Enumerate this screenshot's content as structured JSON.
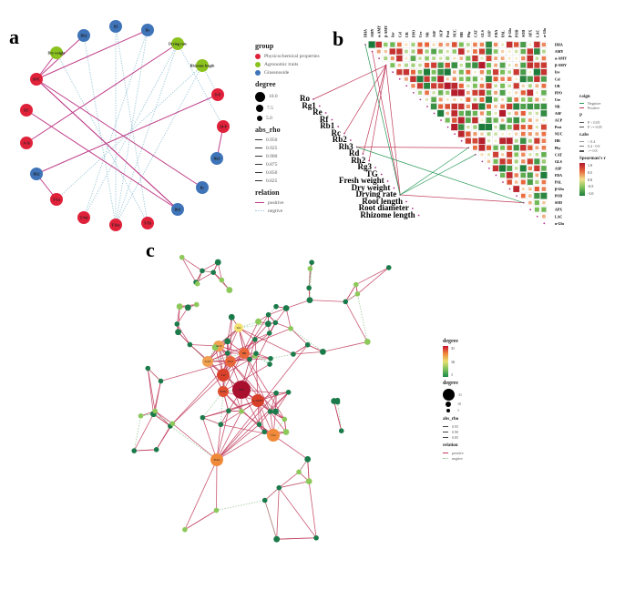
{
  "panels": {
    "a": "a",
    "b": "b",
    "c": "c"
  },
  "panel_a": {
    "nodes": [
      {
        "label": "Rb2",
        "group": "g"
      },
      {
        "label": "Rf",
        "group": "g"
      },
      {
        "label": "Re",
        "group": "g"
      },
      {
        "label": "Drying rate",
        "group": "a"
      },
      {
        "label": "Rhizome length",
        "group": "a"
      },
      {
        "label": "O-P",
        "group": "p"
      },
      {
        "label": "Al-P",
        "group": "p"
      },
      {
        "label": "Rh3",
        "group": "g"
      },
      {
        "label": "Rc",
        "group": "g"
      },
      {
        "label": "Rb1",
        "group": "g"
      },
      {
        "label": "T-Tb",
        "group": "p"
      },
      {
        "label": "T-Sm",
        "group": "p"
      },
      {
        "label": "T-Nd",
        "group": "p"
      },
      {
        "label": "T-La",
        "group": "p"
      },
      {
        "label": "Rh2",
        "group": "g"
      },
      {
        "label": "A-Si",
        "group": "p"
      },
      {
        "label": "EC",
        "group": "p"
      },
      {
        "label": "SOC",
        "group": "p"
      },
      {
        "label": "Dry weight",
        "group": "a"
      }
    ],
    "legend": {
      "group_title": "group",
      "groups": [
        "Physicochemical properties",
        "Agronomic traits",
        "Ginsenoside"
      ],
      "group_colors": [
        "#e0213a",
        "#8cc21f",
        "#3f74b8"
      ],
      "degree_title": "degree",
      "degree_values": [
        "10.0",
        "7.5",
        "5.0"
      ],
      "abs_rho_title": "abs_rho",
      "abs_rho_values": [
        "0.950",
        "0.925",
        "0.900",
        "0.875",
        "0.850",
        "0.825"
      ],
      "relation_title": "relation",
      "relations": [
        "positive",
        "negtive"
      ]
    }
  },
  "panel_b": {
    "columns": [
      "DHA",
      "AMY",
      "α-AMY",
      "β-AMY",
      "Inv",
      "Cel",
      "UR",
      "PPO",
      "Ure",
      "NR",
      "ASF",
      "ACP",
      "Prot",
      "NUC",
      "HR",
      "Phy",
      "CAT",
      "GLS",
      "ASP",
      "FDA",
      "PAL",
      "β-Glu",
      "POD",
      "SOD",
      "APX",
      "LAC",
      "α-Glu"
    ],
    "left_labels": [
      "Ro",
      "Rg1",
      "Re",
      "Rf",
      "Rb1",
      "Rc",
      "Rb2",
      "Rh3",
      "Rd",
      "Rh2",
      "Rg3",
      "TG",
      "Fresh weight",
      "Dry weight",
      "Drying rate",
      "Root length",
      "Root diameter",
      "Rhizome length"
    ],
    "legend": {
      "rsign_title": "r.sign",
      "rsign": [
        "Negative",
        "Positive"
      ],
      "p_title": "P",
      "p": [
        "P < 0.05",
        "P >= 0.05"
      ],
      "rabs_title": "r.abs",
      "rabs": [
        "< 0.4",
        "0.4 - 0.8",
        ">= 0.8"
      ],
      "spearman_title": "Spearman's r",
      "spearman_ticks": [
        "1.0",
        "0.5",
        "0.0",
        "-0.5",
        "-1.0"
      ]
    }
  },
  "panel_c": {
    "hub_labels": [
      "PPO",
      "Cel",
      "α-AMY",
      "Prot",
      "HR",
      "ACP",
      "CAT",
      "Inv",
      "Ure",
      "FDA",
      "POD"
    ],
    "legend": {
      "degree_color_title": "degree",
      "degree_color_ticks": [
        "31",
        "16",
        "1"
      ],
      "degree_size_title": "degree",
      "degree_size_values": [
        "31",
        "10",
        "1"
      ],
      "abs_rho_title": "abs_rho",
      "abs_rho_values": [
        "0.95",
        "0.90",
        "0.85"
      ],
      "relation_title": "relation",
      "relations": [
        "positive",
        "negtive"
      ]
    }
  }
}
